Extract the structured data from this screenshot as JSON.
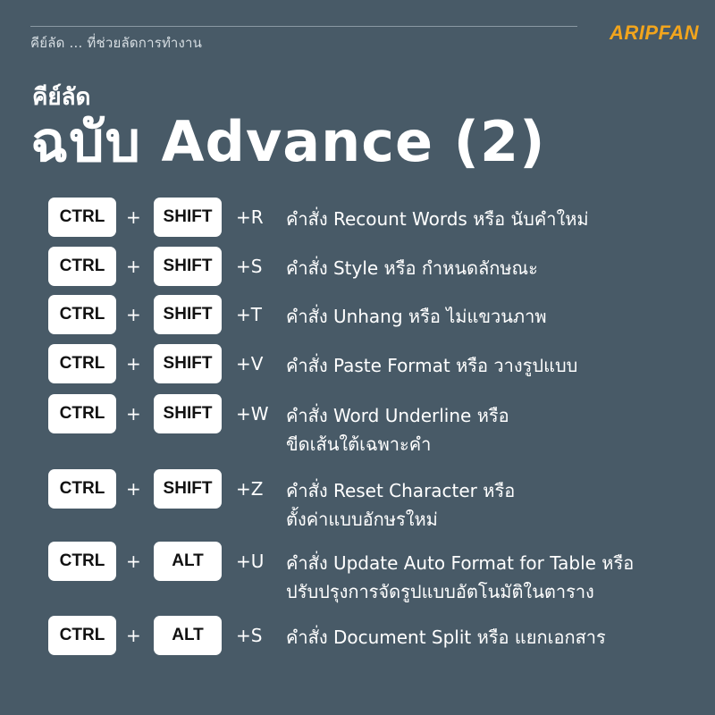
{
  "header": {
    "subtitle": "คีย์ลัด ... ที่ช่วยลัดการทำงาน",
    "logo": "ARIPFAN"
  },
  "title": {
    "small": "คีย์ลัด",
    "big": "ฉบับ Advance (2)"
  },
  "shortcuts": [
    {
      "key1": "CTRL",
      "plus": "+",
      "key2": "SHIFT",
      "extra": "+R",
      "desc_line1": "คำสั่ง Recount Words หรือ นับคำใหม่",
      "desc_line2": ""
    },
    {
      "key1": "CTRL",
      "plus": "+",
      "key2": "SHIFT",
      "extra": "+S",
      "desc_line1": "คำสั่ง Style หรือ กำหนดลักษณะ",
      "desc_line2": ""
    },
    {
      "key1": "CTRL",
      "plus": "+",
      "key2": "SHIFT",
      "extra": "+T",
      "desc_line1": "คำสั่ง Unhang หรือ ไม่แขวนภาพ",
      "desc_line2": ""
    },
    {
      "key1": "CTRL",
      "plus": "+",
      "key2": "SHIFT",
      "extra": "+V",
      "desc_line1": "คำสั่ง Paste Format หรือ วางรูปแบบ",
      "desc_line2": ""
    },
    {
      "key1": "CTRL",
      "plus": "+",
      "key2": "SHIFT",
      "extra": "+W",
      "desc_line1": "คำสั่ง Word Underline หรือ",
      "desc_line2": "ขีดเส้นใต้เฉพาะคำ"
    },
    {
      "key1": "CTRL",
      "plus": "+",
      "key2": "SHIFT",
      "extra": "+Z",
      "desc_line1": "คำสั่ง Reset Character หรือ",
      "desc_line2": "ตั้งค่าแบบอักษรใหม่"
    },
    {
      "key1": "CTRL",
      "plus": "+",
      "key2": "ALT",
      "extra": "+U",
      "desc_line1": "คำสั่ง Update Auto Format for Table หรือ",
      "desc_line2": "ปรับปรุงการจัดรูปแบบอัตโนมัติในตาราง"
    },
    {
      "key1": "CTRL",
      "plus": "+",
      "key2": "ALT",
      "extra": "+S",
      "desc_line1": "คำสั่ง Document Split หรือ แยกเอกสาร",
      "desc_line2": ""
    }
  ]
}
